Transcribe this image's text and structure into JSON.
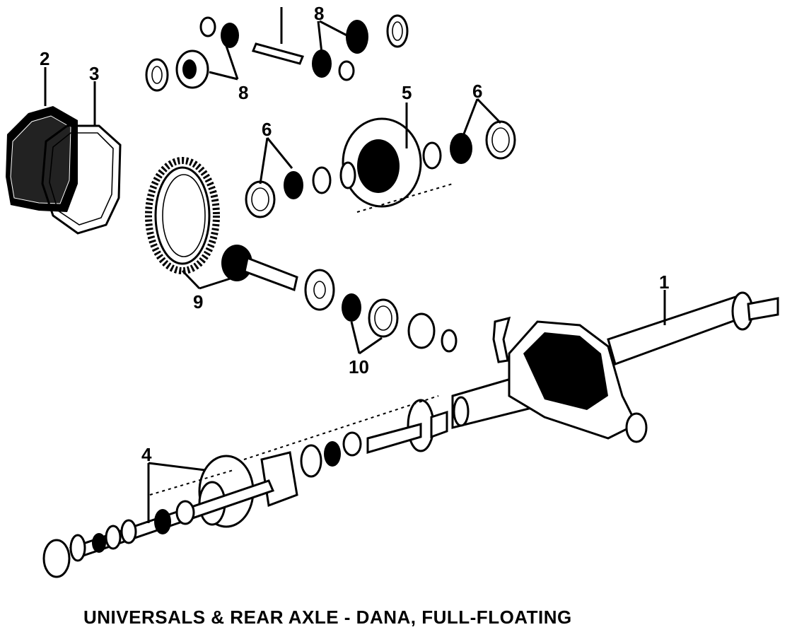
{
  "caption": "UNIVERSALS & REAR AXLE - DANA, FULL-FLOATING",
  "callouts": {
    "c1": "1",
    "c2": "2",
    "c3": "3",
    "c4": "4",
    "c5": "5",
    "c6a": "6",
    "c6b": "6",
    "c8a": "8",
    "c8b": "8",
    "c9": "9",
    "c10": "10"
  }
}
